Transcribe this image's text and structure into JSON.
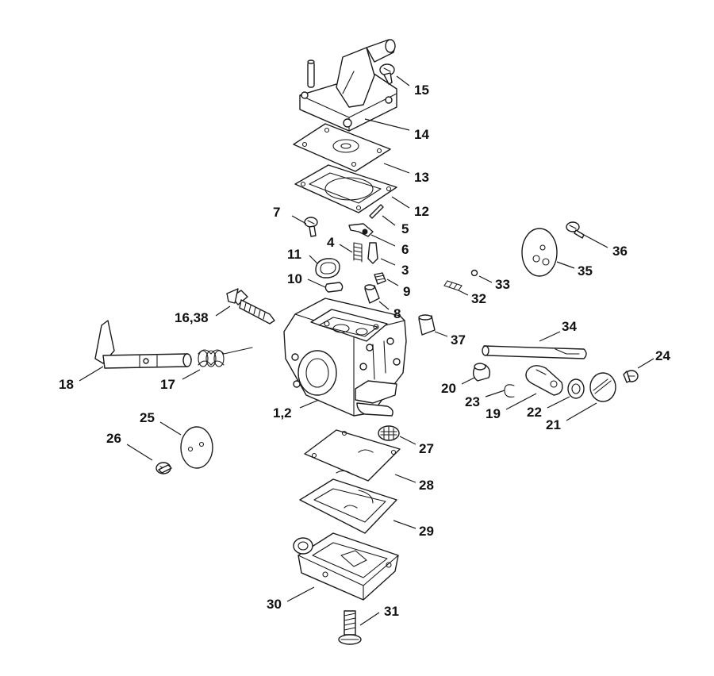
{
  "diagram": {
    "callouts": [
      "15",
      "14",
      "13",
      "12",
      "7",
      "5",
      "6",
      "4",
      "3",
      "11",
      "9",
      "10",
      "8",
      "16,38",
      "37",
      "34",
      "33",
      "32",
      "36",
      "35",
      "18",
      "17",
      "1,2",
      "20",
      "23",
      "19",
      "22",
      "21",
      "24",
      "25",
      "26",
      "27",
      "28",
      "29",
      "30",
      "31"
    ]
  }
}
